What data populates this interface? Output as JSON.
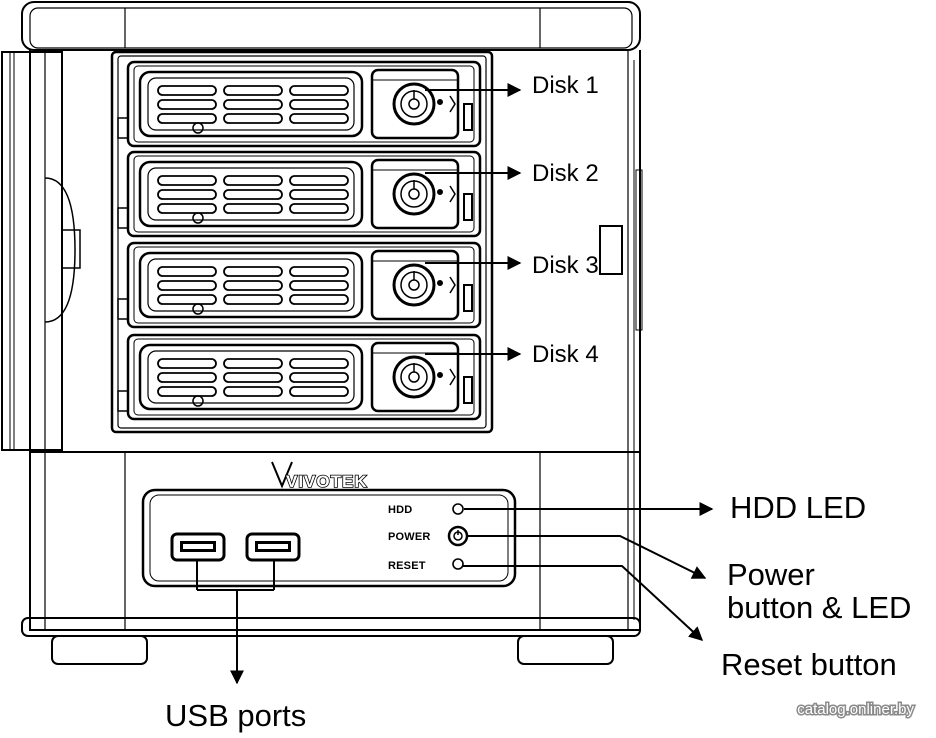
{
  "brand": "VIVOTEK",
  "watermark": "catalog.onliner.by",
  "disks": [
    {
      "label": "Disk 1"
    },
    {
      "label": "Disk 2"
    },
    {
      "label": "Disk 3"
    },
    {
      "label": "Disk 4"
    }
  ],
  "panel": {
    "hdd": "HDD",
    "power": "POWER",
    "reset": "RESET"
  },
  "callouts": {
    "hdd_led": "HDD LED",
    "power_line1": "Power",
    "power_line2": "button & LED",
    "reset_button": "Reset button",
    "usb_ports": "USB ports"
  },
  "colors": {
    "line": "#000000",
    "fill": "#ffffff"
  }
}
